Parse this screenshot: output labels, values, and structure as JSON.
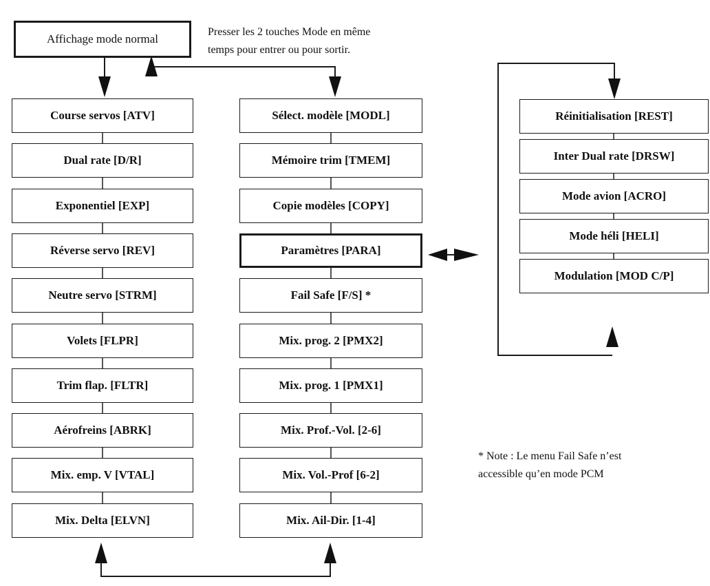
{
  "start_box": "Affichage mode normal",
  "instruction": [
    "Presser les 2 touches Mode en même",
    "temps pour entrer ou pour sortir."
  ],
  "column_left": [
    "Course servos [ATV]",
    "Dual rate [D/R]",
    "Exponentiel [EXP]",
    "Réverse servo [REV]",
    "Neutre servo [STRM]",
    "Volets [FLPR]",
    "Trim flap. [FLTR]",
    "Aérofreins [ABRK]",
    "Mix. emp. V [VTAL]",
    "Mix. Delta [ELVN]"
  ],
  "column_middle": [
    "Sélect. modèle [MODL]",
    "Mémoire trim [TMEM]",
    "Copie modèles [COPY]",
    "Paramètres [PARA]",
    "Fail Safe [F/S] *",
    "Mix. prog. 2 [PMX2]",
    "Mix. prog. 1 [PMX1]",
    "Mix. Prof.-Vol. [2-6]",
    "Mix. Vol.-Prof [6-2]",
    "Mix. Ail-Dir. [1-4]"
  ],
  "column_right": [
    "Réinitialisation [REST]",
    "Inter Dual rate [DRSW]",
    "Mode avion [ACRO]",
    "Mode héli [HELI]",
    "Modulation [MOD C/P]"
  ],
  "footnote": [
    "* Note : Le menu Fail Safe n’est",
    "accessible qu’en mode PCM"
  ]
}
